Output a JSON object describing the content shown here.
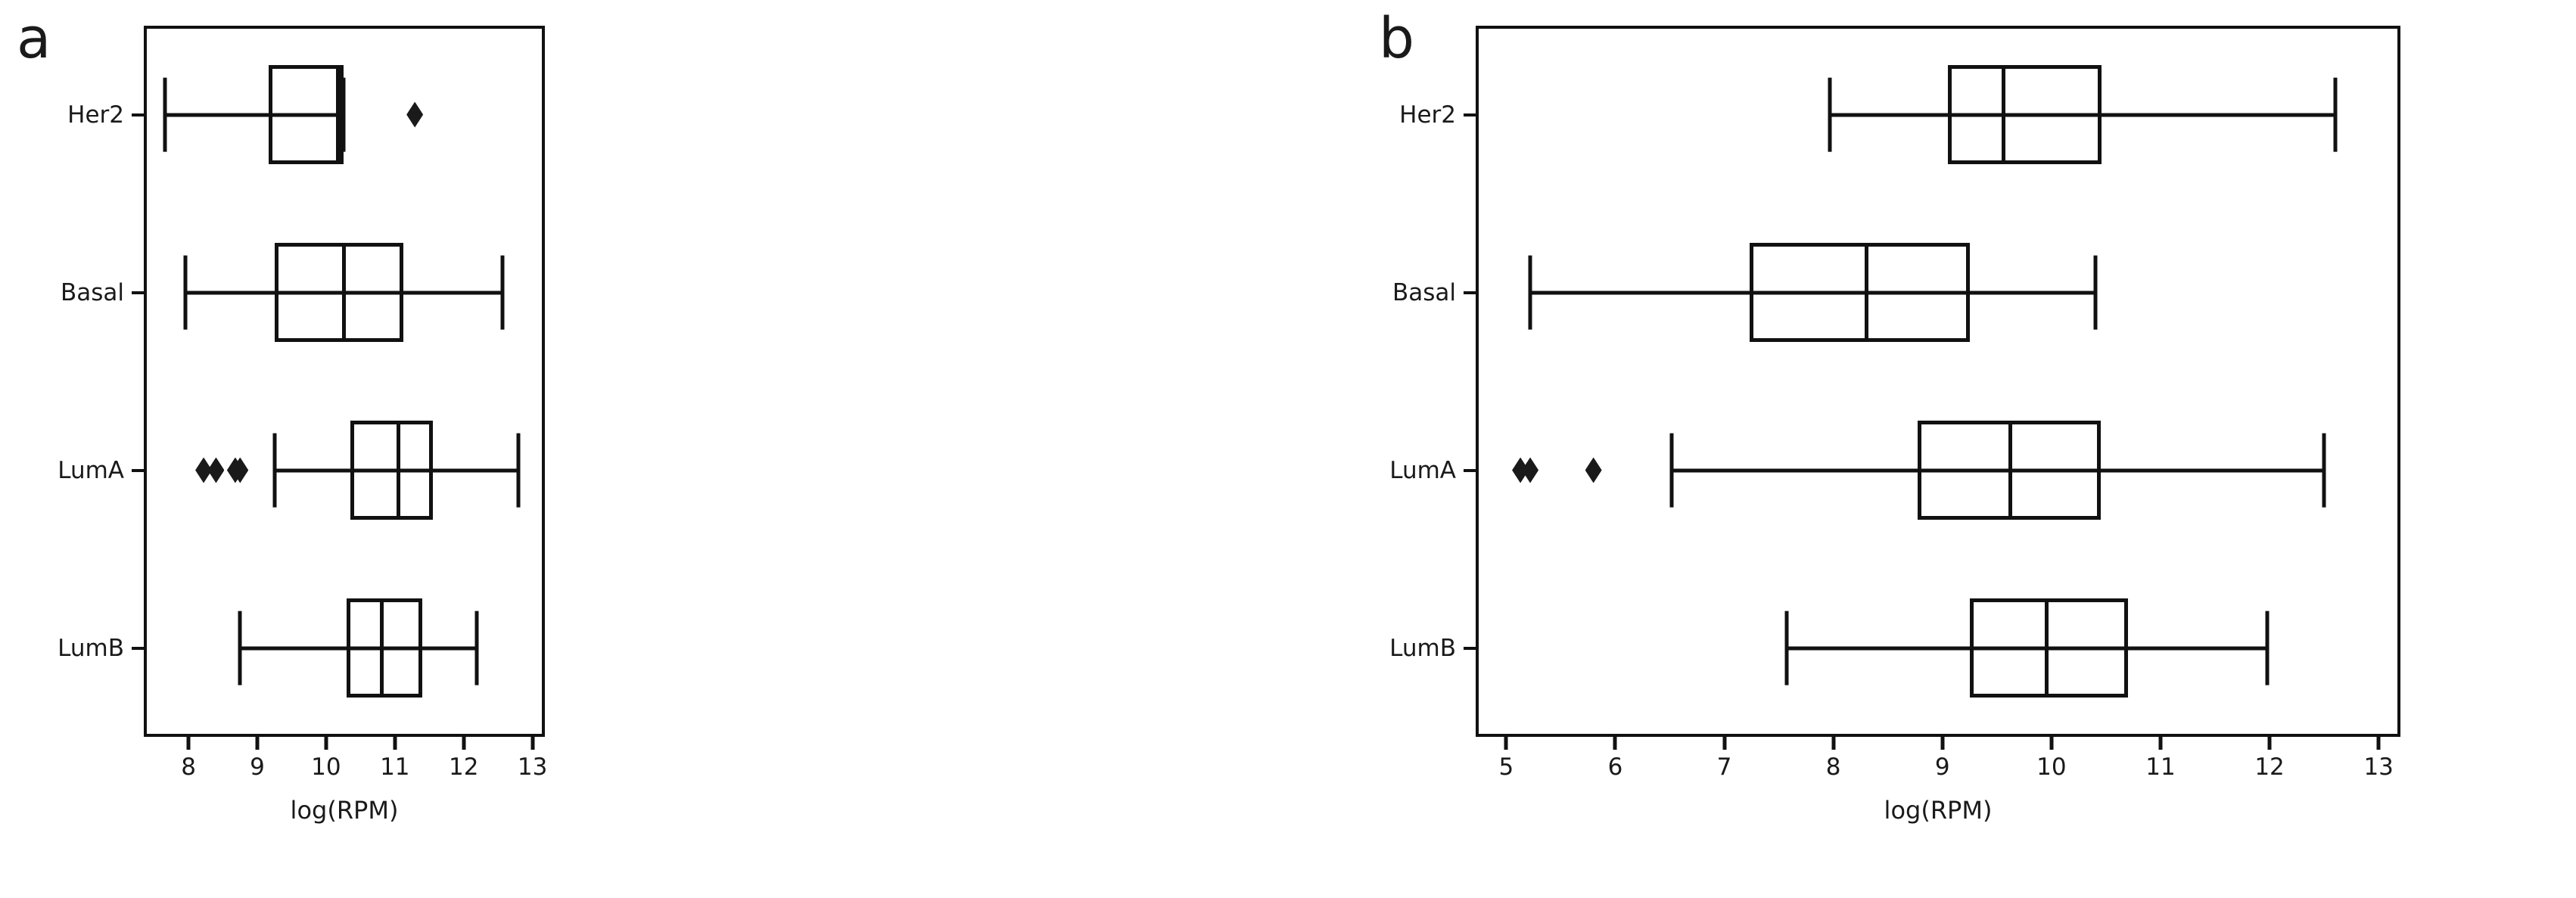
{
  "figure": {
    "background": "#ffffff",
    "line_color": "#111111",
    "panels": [
      {
        "letter": "a",
        "xlabel": "log(RPM)"
      },
      {
        "letter": "b",
        "xlabel": "log(RPM)"
      }
    ]
  },
  "chart_data": [
    {
      "type": "box",
      "panel": "a",
      "title": "",
      "xlabel": "log(RPM)",
      "ylabel": "",
      "orientation": "horizontal",
      "xlim": [
        7.35,
        13.18
      ],
      "xticks": [
        8,
        9,
        10,
        11,
        12,
        13
      ],
      "xtick_labels": [
        "8",
        "9",
        "10",
        "11",
        "12",
        "13"
      ],
      "categories": [
        "Her2",
        "Basal",
        "LumA",
        "LumB"
      ],
      "grid": false,
      "legend": null,
      "boxes": [
        {
          "category": "Her2",
          "whisker_low": 7.66,
          "q1": 9.17,
          "median": 10.17,
          "q3": 10.25,
          "whisker_high": 10.25,
          "outliers": [
            11.29
          ]
        },
        {
          "category": "Basal",
          "whisker_low": 7.96,
          "q1": 9.25,
          "median": 10.25,
          "q3": 11.12,
          "whisker_high": 12.56,
          "outliers": []
        },
        {
          "category": "LumA",
          "whisker_low": 9.25,
          "q1": 10.35,
          "median": 11.05,
          "q3": 11.55,
          "whisker_high": 12.8,
          "outliers": [
            8.22,
            8.4,
            8.68,
            8.75
          ]
        },
        {
          "category": "LumB",
          "whisker_low": 8.75,
          "q1": 10.3,
          "median": 10.8,
          "q3": 11.4,
          "whisker_high": 12.19,
          "outliers": []
        }
      ]
    },
    {
      "type": "box",
      "panel": "b",
      "title": "",
      "xlabel": "log(RPM)",
      "ylabel": "",
      "orientation": "horizontal",
      "xlim": [
        4.72,
        13.2
      ],
      "xticks": [
        5,
        6,
        7,
        8,
        9,
        10,
        11,
        12,
        13
      ],
      "xtick_labels": [
        "5",
        "6",
        "7",
        "8",
        "9",
        "10",
        "11",
        "12",
        "13"
      ],
      "categories": [
        "Her2",
        "Basal",
        "LumA",
        "LumB"
      ],
      "grid": false,
      "legend": null,
      "boxes": [
        {
          "category": "Her2",
          "whisker_low": 7.97,
          "q1": 9.05,
          "median": 9.56,
          "q3": 10.46,
          "whisker_high": 12.6,
          "outliers": []
        },
        {
          "category": "Basal",
          "whisker_low": 5.22,
          "q1": 7.23,
          "median": 8.3,
          "q3": 9.25,
          "whisker_high": 10.4,
          "outliers": []
        },
        {
          "category": "LumA",
          "whisker_low": 6.52,
          "q1": 8.77,
          "median": 9.62,
          "q3": 10.45,
          "whisker_high": 12.5,
          "outliers": [
            5.13,
            5.22,
            5.8
          ]
        },
        {
          "category": "LumB",
          "whisker_low": 7.57,
          "q1": 9.25,
          "median": 9.95,
          "q3": 10.7,
          "whisker_high": 11.98,
          "outliers": []
        }
      ]
    }
  ]
}
